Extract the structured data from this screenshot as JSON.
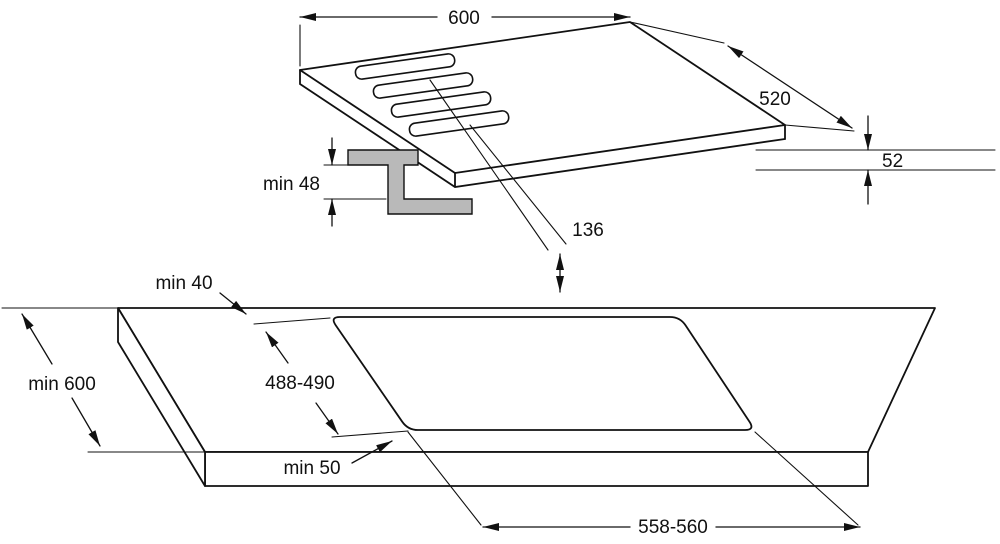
{
  "diagram": {
    "view_top": {
      "width": "600",
      "depth": "520",
      "height": "52",
      "clearance_below": "min 48",
      "burner_offset": "136"
    },
    "view_bottom": {
      "edge_clearance": "min 40",
      "worktop_depth": "min 600",
      "cutout_depth": "488-490",
      "front_clearance": "min 50",
      "cutout_width": "558-560"
    },
    "colors": {
      "line": "#111111",
      "bracket_fill": "#b9b9b9",
      "background": "#ffffff"
    }
  }
}
